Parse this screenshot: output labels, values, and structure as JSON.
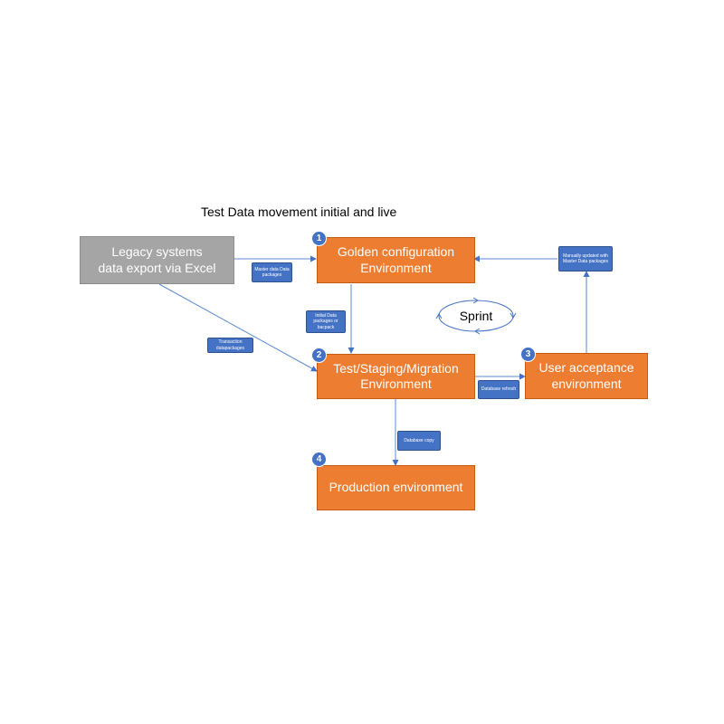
{
  "title": "Test Data movement initial and live",
  "nodes": {
    "legacy": {
      "label": "Legacy systems data export via Excel"
    },
    "golden": {
      "number": "1",
      "label": "Golden configuration Environment"
    },
    "test": {
      "number": "2",
      "label": "Test/Staging/Migration Environment"
    },
    "uat": {
      "number": "3",
      "label": "User acceptance environment"
    },
    "production": {
      "number": "4",
      "label": "Production environment"
    }
  },
  "edge_labels": {
    "master_data": "Master data Data packages",
    "initial_data": "Initial Data packages or bacpack",
    "transaction": "Transaction datapackages",
    "database_refresh": "Database refresh",
    "manually_updated": "Manually updated with Master Data packages",
    "database_copy": "Database copy"
  },
  "sprint": {
    "label": "Sprint"
  },
  "colors": {
    "orange": "#ed7d31",
    "gray": "#a5a5a5",
    "blue": "#4472c4",
    "line": "#5b8bd0"
  }
}
